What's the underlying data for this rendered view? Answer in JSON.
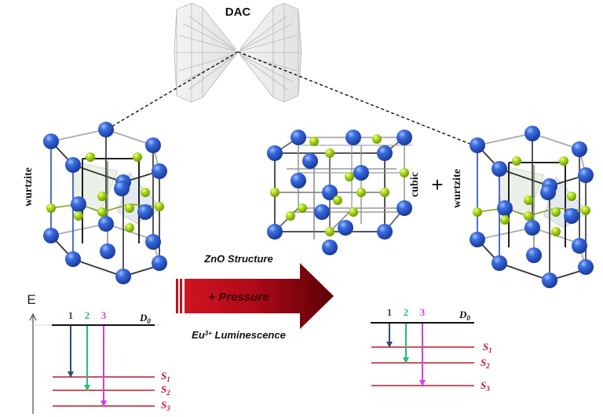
{
  "dac": {
    "label": "DAC"
  },
  "structures": {
    "left": {
      "label": "wurtzite"
    },
    "middle": {
      "label": "cubic"
    },
    "plus": "+",
    "right": {
      "label": "wurtzite"
    }
  },
  "arrow": {
    "top_label": "ZnO Structure",
    "center_label": "+ Pressure",
    "bottom_label_main": "Eu",
    "bottom_label_sup": "3+",
    "bottom_label_rest": " Luminescence"
  },
  "energy_left": {
    "axis_label": "E",
    "upper_level": {
      "label": "D",
      "sub": "0"
    },
    "transitions": [
      {
        "label": "1",
        "color": "#2e4a7a"
      },
      {
        "label": "2",
        "color": "#22c077"
      },
      {
        "label": "3",
        "color": "#d040e0"
      }
    ],
    "levels": [
      {
        "label": "S",
        "sub": "1"
      },
      {
        "label": "S",
        "sub": "2"
      },
      {
        "label": "S",
        "sub": "3"
      }
    ]
  },
  "energy_right": {
    "upper_level": {
      "label": "D",
      "sub": "0"
    },
    "transitions": [
      {
        "label": "1",
        "color": "#2e4a7a"
      },
      {
        "label": "2",
        "color": "#22c077"
      },
      {
        "label": "3",
        "color": "#d040e0"
      }
    ],
    "levels": [
      {
        "label": "S",
        "sub": "1"
      },
      {
        "label": "S",
        "sub": "2"
      },
      {
        "label": "S",
        "sub": "3"
      }
    ]
  },
  "colors": {
    "zinc_atom": "#2f5fd8",
    "oxygen_atom": "#a8d81a",
    "level_red": "#c0182a",
    "arrow_red": "#c01020",
    "arrow_dark": "#6a0008"
  }
}
